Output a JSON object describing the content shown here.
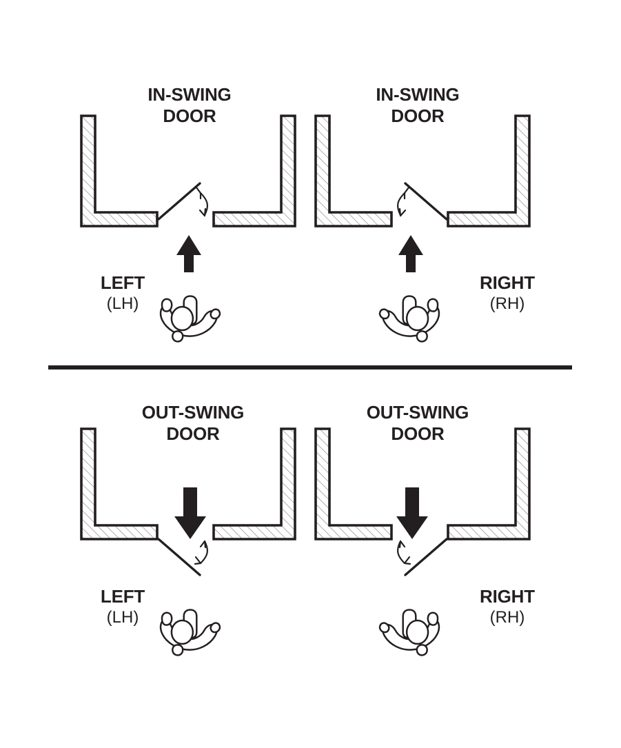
{
  "figure": {
    "title": "Door handing diagram",
    "colors": {
      "ink": "#231f20",
      "wall_fill": "#ffffff",
      "hatch": "#9a9a9a",
      "background": "#ffffff"
    }
  },
  "divider": {
    "label": "section-divider"
  },
  "panels": [
    {
      "id": "in-swing-left",
      "title": "IN-SWING\nDOOR",
      "swing": "in-swing",
      "hand": "LEFT",
      "hand_abbr": "(LH)",
      "hand_icon": "left-hand-palm-up-icon",
      "arrow": "up-arrow-icon",
      "arrow_direction": "up",
      "hinge_side": "left",
      "leaf_direction": "up-right"
    },
    {
      "id": "in-swing-right",
      "title": "IN-SWING\nDOOR",
      "swing": "in-swing",
      "hand": "RIGHT",
      "hand_abbr": "(RH)",
      "hand_icon": "right-hand-palm-up-icon",
      "arrow": "up-arrow-icon",
      "arrow_direction": "up",
      "hinge_side": "right",
      "leaf_direction": "up-left"
    },
    {
      "id": "out-swing-left",
      "title": "OUT-SWING\nDOOR",
      "swing": "out-swing",
      "hand": "LEFT",
      "hand_abbr": "(LH)",
      "hand_icon": "left-hand-palm-up-icon",
      "arrow": "down-arrow-icon",
      "arrow_direction": "down",
      "hinge_side": "left",
      "leaf_direction": "down-right"
    },
    {
      "id": "out-swing-right",
      "title": "OUT-SWING\nDOOR",
      "swing": "out-swing",
      "hand": "RIGHT",
      "hand_abbr": "(RH)",
      "hand_icon": "right-hand-palm-up-icon",
      "arrow": "down-arrow-icon",
      "arrow_direction": "down",
      "hinge_side": "right",
      "leaf_direction": "down-left"
    }
  ]
}
